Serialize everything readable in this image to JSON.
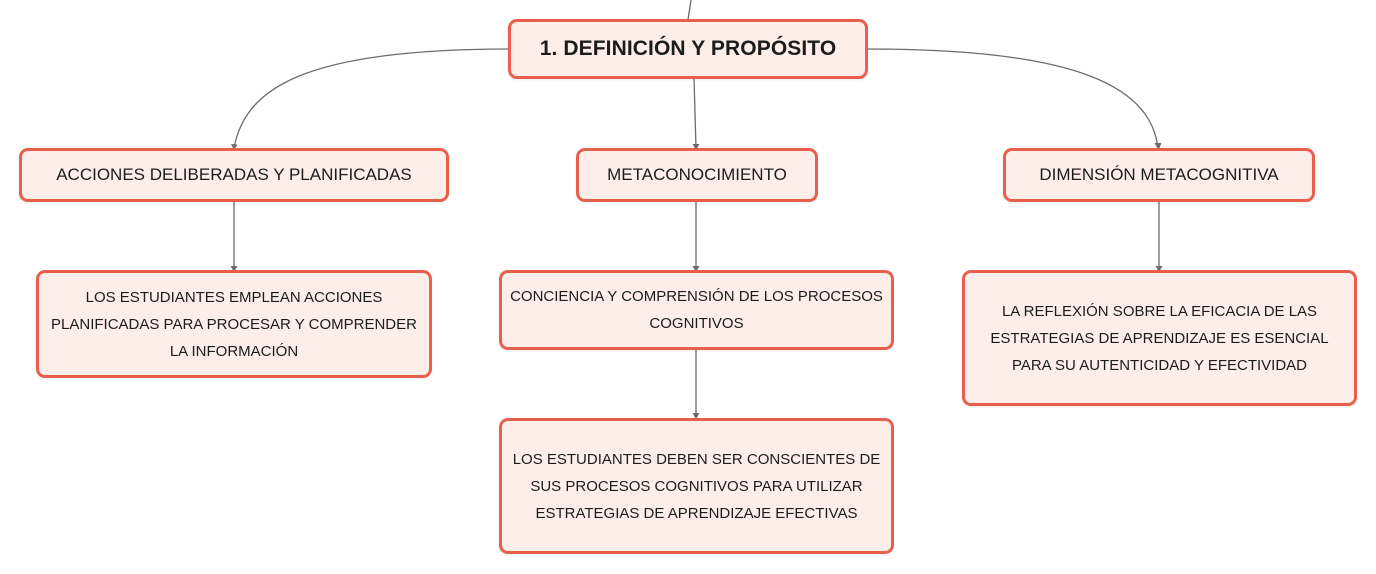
{
  "colors": {
    "node_border": "#e8604c",
    "node_fill": "#fdeee9",
    "connector": "#6b6b6b",
    "text": "#1c1c1c"
  },
  "root": {
    "label": "1. DEFINICIÓN Y PROPÓSITO"
  },
  "branches": [
    {
      "label": "ACCIONES DELIBERADAS Y PLANIFICADAS",
      "children": [
        "LOS ESTUDIANTES EMPLEAN ACCIONES PLANIFICADAS PARA PROCESAR Y COMPRENDER LA INFORMACIÓN"
      ]
    },
    {
      "label": "METACONOCIMIENTO",
      "children": [
        "CONCIENCIA Y COMPRENSIÓN DE LOS PROCESOS COGNITIVOS",
        "LOS ESTUDIANTES DEBEN SER CONSCIENTES DE SUS PROCESOS COGNITIVOS PARA UTILIZAR ESTRATEGIAS DE APRENDIZAJE EFECTIVAS"
      ]
    },
    {
      "label": "DIMENSIÓN METACOGNITIVA",
      "children": [
        "LA REFLEXIÓN SOBRE LA EFICACIA DE LAS ESTRATEGIAS DE APRENDIZAJE ES ESENCIAL PARA SU AUTENTICIDAD Y EFECTIVIDAD"
      ]
    }
  ]
}
